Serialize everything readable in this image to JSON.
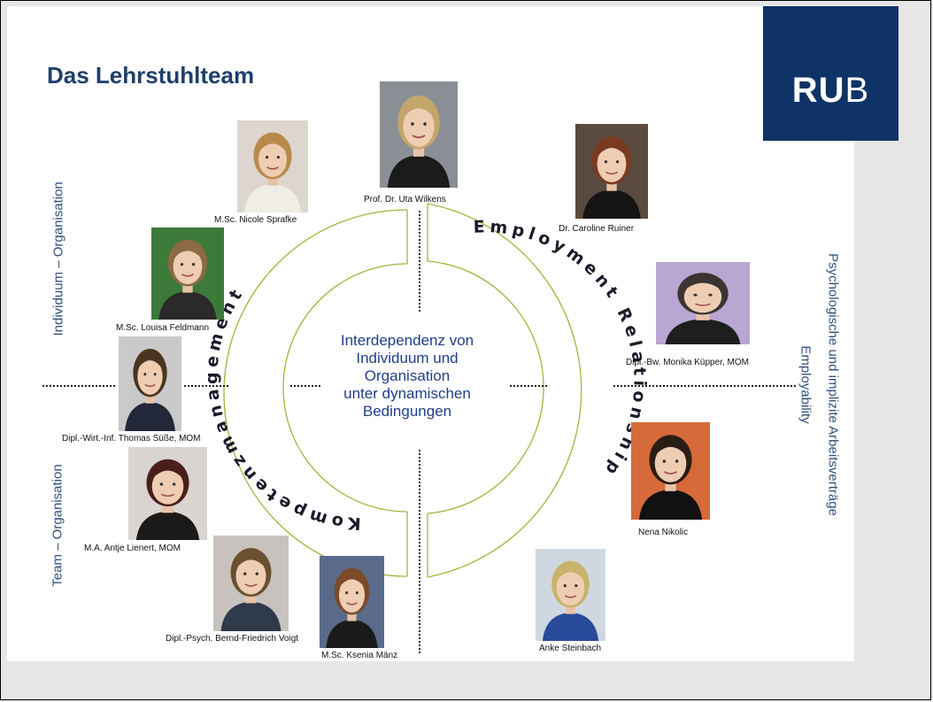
{
  "title": "Das Lehrstuhlteam",
  "logo": {
    "bold": "RU",
    "thin": "B"
  },
  "axis_labels": {
    "top_left": "Individuum – Organisation",
    "bottom_left": "Team – Organisation",
    "right_line1": "Psychologische und implizite Arbeitsverträge",
    "right_line2": "Employability"
  },
  "arcs": {
    "left": "Kompetenzmanagement",
    "right": "Employment Relationship"
  },
  "center": {
    "lines": [
      "Interdependenz von",
      "Individuum und",
      "Organisation",
      "unter dynamischen",
      "Bedingungen"
    ]
  },
  "people": [
    {
      "name": "Prof. Dr. Uta Wilkens",
      "bg": "#8a8f96",
      "hair": "#c4a56a",
      "shirt": "#1b1b1b"
    },
    {
      "name": "M.Sc. Nicole Sprafke",
      "bg": "#dcd6cf",
      "hair": "#b88a4a",
      "shirt": "#f0ece6"
    },
    {
      "name": "M.Sc. Louisa Feldmann",
      "bg": "#3d7a3a",
      "hair": "#8b6a45",
      "shirt": "#2a2a2a"
    },
    {
      "name": "Dipl.-Wirt.-Inf. Thomas Süße, MOM",
      "bg": "#c9c9c9",
      "hair": "#4a3520",
      "shirt": "#22283a"
    },
    {
      "name": "M.A.  Antje Lienert, MOM",
      "bg": "#d9d4d0",
      "hair": "#4a1e1a",
      "shirt": "#1a1a1a"
    },
    {
      "name": "Dipl.-Psych. Bernd-Friedrich Voigt",
      "bg": "#c7c2bd",
      "hair": "#6a5030",
      "shirt": "#2f3a4a"
    },
    {
      "name": "M.Sc. Ksenia Mänz",
      "bg": "#5a6a8a",
      "hair": "#7a4a2a",
      "shirt": "#1a1a1a"
    },
    {
      "name": "Dr. Caroline Ruiner",
      "bg": "#5a4a40",
      "hair": "#7a3a22",
      "shirt": "#151515"
    },
    {
      "name": "Dipl.-Bw. Monika Küpper, MOM",
      "bg": "#b9a6d2",
      "hair": "#3a3530",
      "shirt": "#1e1e1e"
    },
    {
      "name": "Nena Nikolic",
      "bg": "#d66a3a",
      "hair": "#2a1d15",
      "shirt": "#111111"
    },
    {
      "name": "Anke Steinbach",
      "bg": "#cfd8e0",
      "hair": "#c9b26a",
      "shirt": "#2a4a9a"
    }
  ],
  "colors": {
    "arc": "#9ab83c",
    "title": "#1f3f6b",
    "logo_bg": "#0f3366",
    "center_text": "#1f3f8a"
  }
}
